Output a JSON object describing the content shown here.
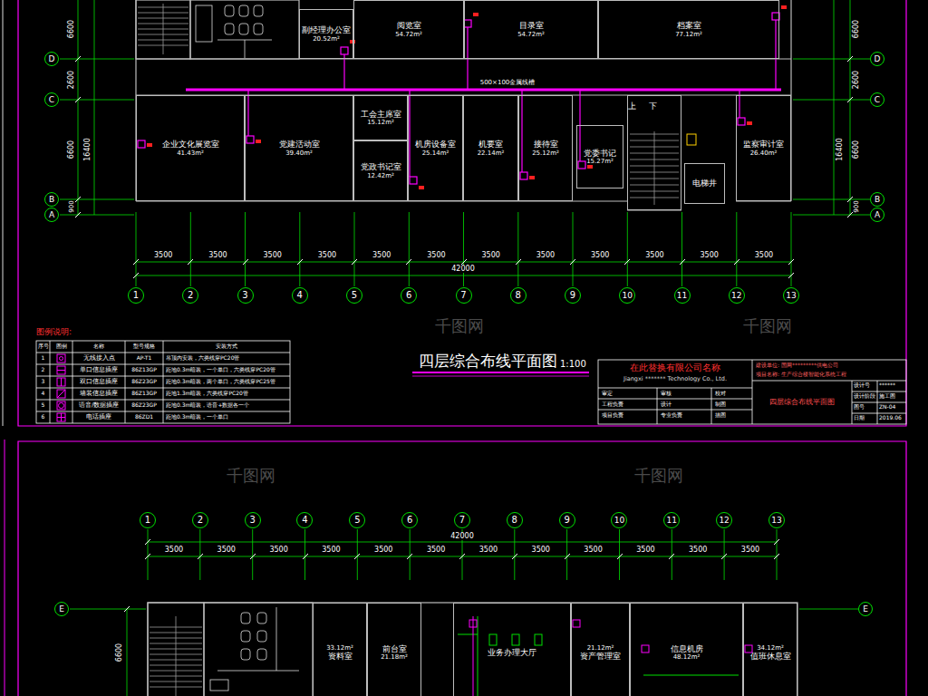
{
  "diagram": {
    "title": "四层综合布线平面图",
    "nodes": [
      {
        "text": [
          "副经理办公室",
          "20.52m²"
        ]
      },
      {
        "text": [
          "阅览室",
          "54.72m²"
        ]
      },
      {
        "text": [
          "目录室",
          "54.72m²"
        ]
      },
      {
        "text": [
          "档案室",
          "77.12m²"
        ]
      },
      {
        "text": [
          "企业文化展览室",
          "41.43m²"
        ]
      },
      {
        "text": [
          "党建活动室",
          "39.40m²"
        ]
      },
      {
        "text": [
          "工会主席室",
          "15.12m²"
        ]
      },
      {
        "text": [
          "党政书记室",
          "12.42m²"
        ]
      },
      {
        "text": [
          "机房设备室",
          "25.14m²"
        ]
      },
      {
        "text": [
          "机要室",
          "22.14m²"
        ]
      },
      {
        "text": [
          "接待室",
          "25.12m²"
        ]
      },
      {
        "text": [
          "党委书记",
          "15.27m²"
        ]
      },
      {
        "text": [
          "监察审计室",
          "26.40m²"
        ]
      },
      {
        "text": [
          "上",
          "下"
        ]
      },
      {
        "text": [
          "电梯井"
        ]
      },
      {
        "text": [
          "D"
        ]
      },
      {
        "text": [
          "C"
        ]
      },
      {
        "text": [
          "B"
        ]
      },
      {
        "text": [
          "A"
        ]
      },
      {
        "text": [
          "D"
        ]
      },
      {
        "text": [
          "C"
        ]
      },
      {
        "text": [
          "B"
        ]
      },
      {
        "text": [
          "A"
        ]
      },
      {
        "text": [
          "1"
        ]
      },
      {
        "text": [
          "2"
        ]
      },
      {
        "text": [
          "3"
        ]
      },
      {
        "text": [
          "4"
        ]
      },
      {
        "text": [
          "5"
        ]
      },
      {
        "text": [
          "6"
        ]
      },
      {
        "text": [
          "7"
        ]
      },
      {
        "text": [
          "8"
        ]
      },
      {
        "text": [
          "9"
        ]
      },
      {
        "text": [
          "10"
        ]
      },
      {
        "text": [
          "11"
        ]
      },
      {
        "text": [
          "12"
        ]
      },
      {
        "text": [
          "13"
        ]
      },
      {
        "text": [
          "1"
        ]
      },
      {
        "text": [
          "2"
        ]
      },
      {
        "text": [
          "3"
        ]
      },
      {
        "text": [
          "4"
        ]
      },
      {
        "text": [
          "5"
        ]
      },
      {
        "text": [
          "6"
        ]
      },
      {
        "text": [
          "7"
        ]
      },
      {
        "text": [
          "8"
        ]
      },
      {
        "text": [
          "9"
        ]
      },
      {
        "text": [
          "10"
        ]
      },
      {
        "text": [
          "11"
        ]
      },
      {
        "text": [
          "12"
        ]
      },
      {
        "text": [
          "13"
        ]
      },
      {
        "text": [
          "E"
        ]
      },
      {
        "text": [
          "E"
        ]
      },
      {
        "text": [
          "33.12m²",
          "资料室"
        ]
      },
      {
        "text": [
          "前台室",
          "21.18m²"
        ]
      },
      {
        "text": [
          "业务办理大厅"
        ]
      },
      {
        "text": [
          "21.12m²",
          "资产管理室"
        ]
      },
      {
        "text": [
          "信息机房",
          "48.12m²"
        ]
      },
      {
        "text": [
          "34.12m²",
          "值班休息室"
        ]
      }
    ],
    "labels": [
      "500×100金属线槽",
      "6600",
      "2600",
      "6600",
      "900",
      "16400",
      "6600",
      "2600",
      "6600",
      "900",
      "16400",
      "3500",
      "3500",
      "3500",
      "3500",
      "3500",
      "3500",
      "3500",
      "3500",
      "3500",
      "3500",
      "3500",
      "3500",
      "42000",
      "1:100",
      "图例说明:",
      "序号",
      "图例",
      "名称",
      "型号规格",
      "安装方式",
      "1",
      "AP-T1",
      "吊顶内安装，六类线穿PC20管",
      "2",
      "86Z13GP",
      "距地0.3m暗装，一个单口，六类线穿PC20管",
      "3",
      "86Z23GP",
      "距地0.3m暗装，两个单口，六类线穿PC25管",
      "4",
      "86Z13GP",
      "距地1.3m暗装，六类线穿PC20管",
      "5",
      "86Z23GP",
      "距地0.3m暗装，语音+数据各一个",
      "6",
      "86ZD1",
      "距地0.3m暗装，一个单口",
      "在此替换有限公司名称",
      "Jiangxi ******* Technology Co., Ltd.",
      "建设单位: 国网*********供电公司",
      "项目名称: 生产综合楼智能化系统工程",
      "四层综合布线平面图",
      "审定",
      "审核",
      "校对",
      "工程负责",
      "设计",
      "制图",
      "项目负责",
      "专业负责",
      "描图",
      "设计号",
      "******",
      "设计阶段",
      "施工图",
      "图号",
      "ZN-04",
      "日期",
      "2019.06",
      "3500",
      "3500",
      "3500",
      "3500",
      "3500",
      "3500",
      "3500",
      "3500",
      "3500",
      "3500",
      "3500",
      "3500",
      "42000",
      "6600",
      "千图网",
      "千图网",
      "千图网",
      "千图网"
    ],
    "legend": [
      {
        "text": "无线接入点"
      },
      {
        "text": "单口信息插座"
      },
      {
        "text": "双口信息插座"
      },
      {
        "text": "墙装信息插座"
      },
      {
        "text": "语音/数据插座"
      },
      {
        "text": "电话插座"
      }
    ]
  }
}
